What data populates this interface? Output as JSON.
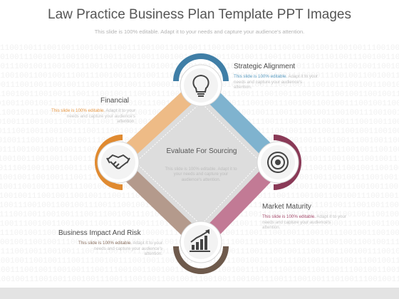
{
  "title": "Law Practice Business Plan Template PPT Images",
  "subtitle": "This slide is 100% editable. Adapt it to your needs and capture your audience's attention.",
  "colors": {
    "strategic": "#3f7ea6",
    "market": "#8a3a57",
    "impact": "#6e5a4c",
    "financial": "#e08a30",
    "diamond": "#dcdcdc"
  },
  "center": {
    "title": "Evaluate For Sourcing",
    "body": "This slide is 100% editable. Adapt it to your needs and capture your audience's attention."
  },
  "nodes": [
    {
      "key": "strategic",
      "title": "Strategic Alignment",
      "highlight": "This slide is 100% editable.",
      "body": "Adapt it to your needs and capture your audience's attention.",
      "icon": "lightbulb-icon"
    },
    {
      "key": "financial",
      "title": "Financial",
      "highlight": "This slide is 100% editable.",
      "body": "Adapt it to your needs and capture your audience's attention.",
      "icon": "handshake-icon"
    },
    {
      "key": "market",
      "title": "Market Maturity",
      "highlight": "This slide is 100% editable.",
      "body": "Adapt it to your needs and capture your audience's attention.",
      "icon": "target-icon"
    },
    {
      "key": "impact",
      "title": "Business Impact And Risk",
      "highlight": "This slide is 100% editable.",
      "body": "Adapt it to your needs and capture your audience's attention.",
      "icon": "growth-chart-icon"
    }
  ]
}
